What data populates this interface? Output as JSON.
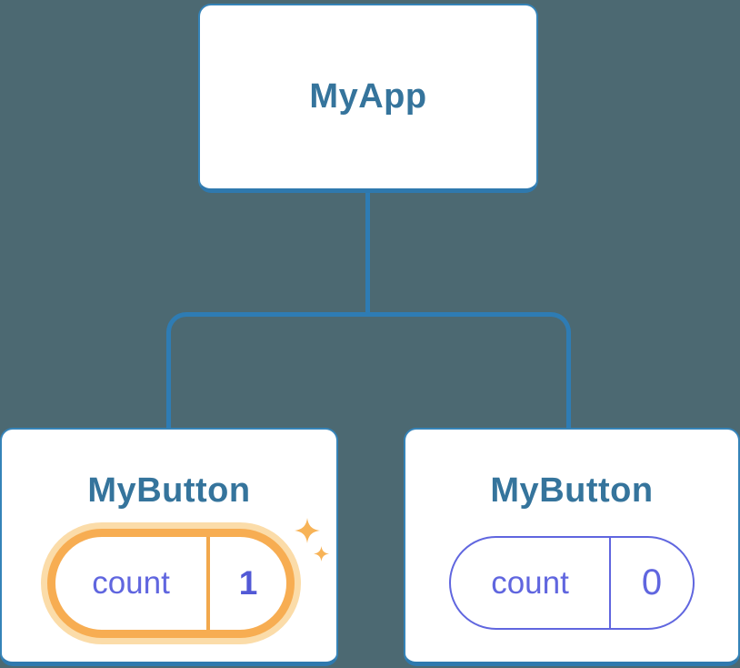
{
  "diagram": {
    "description": "React component tree showing state update",
    "root_node": {
      "label": "MyApp"
    },
    "children": [
      {
        "label": "MyButton",
        "state_key": "count",
        "state_value": "1",
        "highlighted": true
      },
      {
        "label": "MyButton",
        "state_key": "count",
        "state_value": "0",
        "highlighted": false
      }
    ]
  },
  "colors": {
    "background": "#4C6972",
    "connector_line": "#2E7CB4",
    "card_border": "#3583B8",
    "card_background": "#FFFFFF",
    "node_title_text": "#35749C",
    "state_text": "#6066DF",
    "highlight_orange": "#F7AD52",
    "highlight_halo": "#FBDCA9",
    "sparkle": "#F7B357"
  }
}
